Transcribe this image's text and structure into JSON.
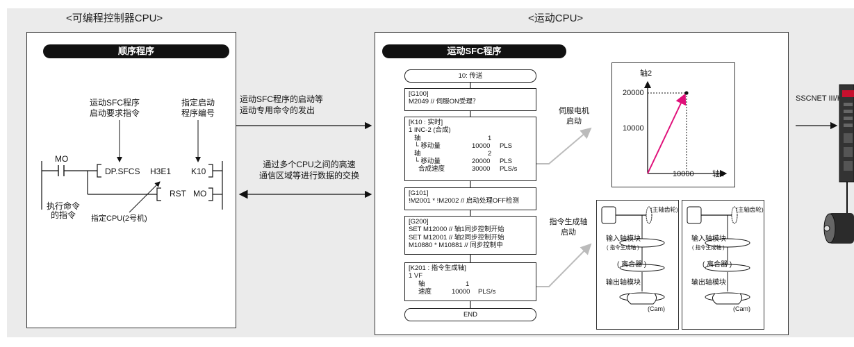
{
  "left_section": {
    "title": "<可编程控制器CPU>",
    "pill": "顺序程序",
    "label_sfc_request": [
      "运动SFC程序",
      "启动要求指令"
    ],
    "label_program_no": [
      "指定启动",
      "程序编号"
    ],
    "contact": "MO",
    "exec_label": [
      "执行命令",
      "的指令"
    ],
    "instr_dpsfcs": "DP.SFCS",
    "instr_h3e1": "H3E1",
    "instr_k10": "K10",
    "instr_rst": "RST",
    "instr_mo": "MO",
    "cpu_label": "指定CPU(2号机)"
  },
  "arrows": {
    "top_label": [
      "运动SFC程序的启动等",
      "运动专用命令的发出"
    ],
    "bottom_label": [
      "通过多个CPU之间的高速",
      "通信区域等进行数据的交换"
    ]
  },
  "right_section": {
    "title": "<运动CPU>",
    "pill": "运动SFC程序",
    "sfc": {
      "step_start": "10: 传送",
      "g100": [
        "[G100]",
        "M2049 // 伺服ON受理？"
      ],
      "k10_title": "[K10 : 实时]",
      "k10_line": "1 INC-2 (合成)",
      "k10_rows": [
        {
          "a": "轴",
          "b": "1",
          "c": ""
        },
        {
          "a": "└ 移动量",
          "b": "10000",
          "c": "PLS"
        },
        {
          "a": "轴",
          "b": "2",
          "c": ""
        },
        {
          "a": "└ 移动量",
          "b": "20000",
          "c": "PLS"
        },
        {
          "a": "合成速度",
          "b": "30000",
          "c": "PLS/s"
        }
      ],
      "g101": [
        "[G101]",
        "!M2001 * !M2002 // 启动处理OFF检测"
      ],
      "g200": [
        "[G200]",
        "SET M12000 // 轴1同步控制开始",
        "SET M12001 // 轴2同步控制开始",
        "M10880 * M10881 // 同步控制中"
      ],
      "k201_title": "[K201 : 指令生成轴]",
      "k201_line": "1  VF",
      "k201_rows": [
        {
          "a": "轴",
          "b": "1",
          "c": ""
        },
        {
          "a": "速度",
          "b": "10000",
          "c": "PLS/s"
        }
      ],
      "end": "END"
    },
    "servo_label": [
      "伺服电机",
      "启动"
    ],
    "cmd_axis_label": [
      "指令生成轴",
      "启动"
    ],
    "graph": {
      "ylabel": "轴2",
      "xlabel": "轴1",
      "y_ticks": [
        "20000",
        "10000"
      ],
      "x_tick": "10000"
    },
    "module": {
      "main_gear": "(主轴齿轮)",
      "input_block": "输入轴模块",
      "input_sub": "( 指令生成轴 )",
      "clutch": "( 离合器 )",
      "output_block": "输出轴模块",
      "cam": "(Cam)"
    }
  },
  "ssc": {
    "label": "SSCNET III/H"
  },
  "colors": {
    "line_pink": "#e0107a",
    "panel_bg": "#ebebeb"
  }
}
